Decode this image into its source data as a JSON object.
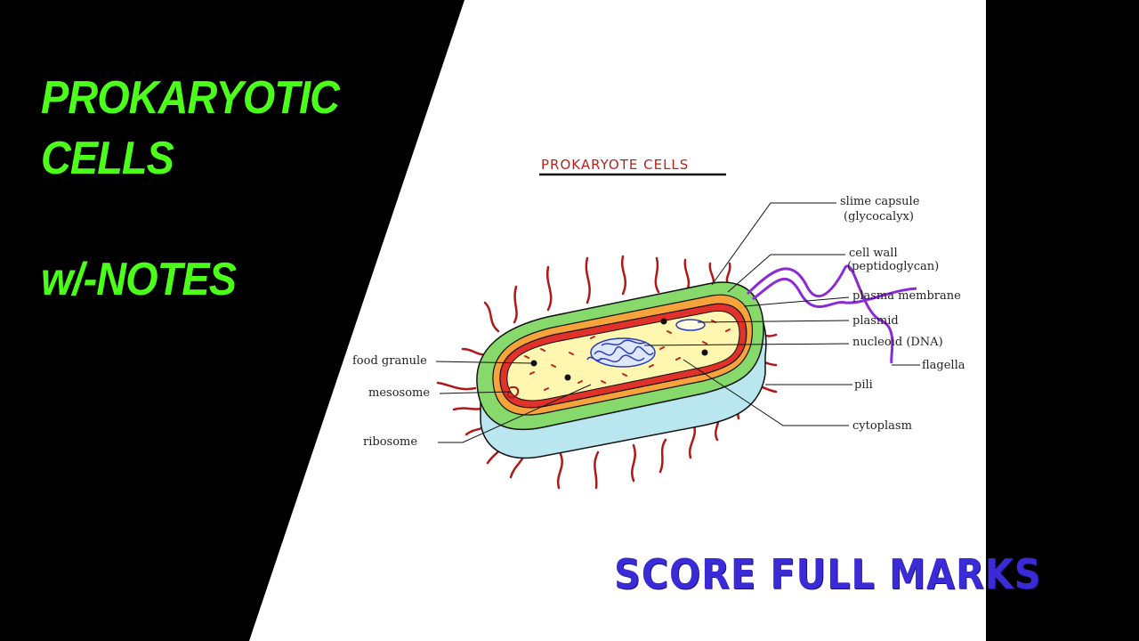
{
  "left_panel": {
    "title_line_1": "PROKARYOTIC",
    "title_line_2": "CELLS",
    "subtitle": "w/-NOTES"
  },
  "diagram": {
    "title": "PROKARYOTE CELLS",
    "labels": {
      "slime_capsule": "slime capsule",
      "slime_capsule_sub": "(glycocalyx)",
      "cell_wall": "cell wall",
      "cell_wall_sub": "(peptidoglycan)",
      "plasma_membrane": "plasma membrane",
      "plasmid": "plasmid",
      "nucleoid": "nucleoid (DNA)",
      "flagella": "flagella",
      "pili": "pili",
      "cytoplasm": "cytoplasm",
      "food_granule": "food granule",
      "mesosome": "mesosome",
      "ribosome": "ribosome"
    }
  },
  "footer": {
    "text": "SCORE FULL MARKS"
  },
  "colors": {
    "title_green": "#4cff1a",
    "footer_blue": "#3a2bd6",
    "capsule_green": "#7ed957",
    "wall_red": "#e0322b",
    "cytoplasm_yellow": "#fff7b0",
    "pili_red": "#b0181a",
    "flagella_purple": "#8a2bd6"
  }
}
